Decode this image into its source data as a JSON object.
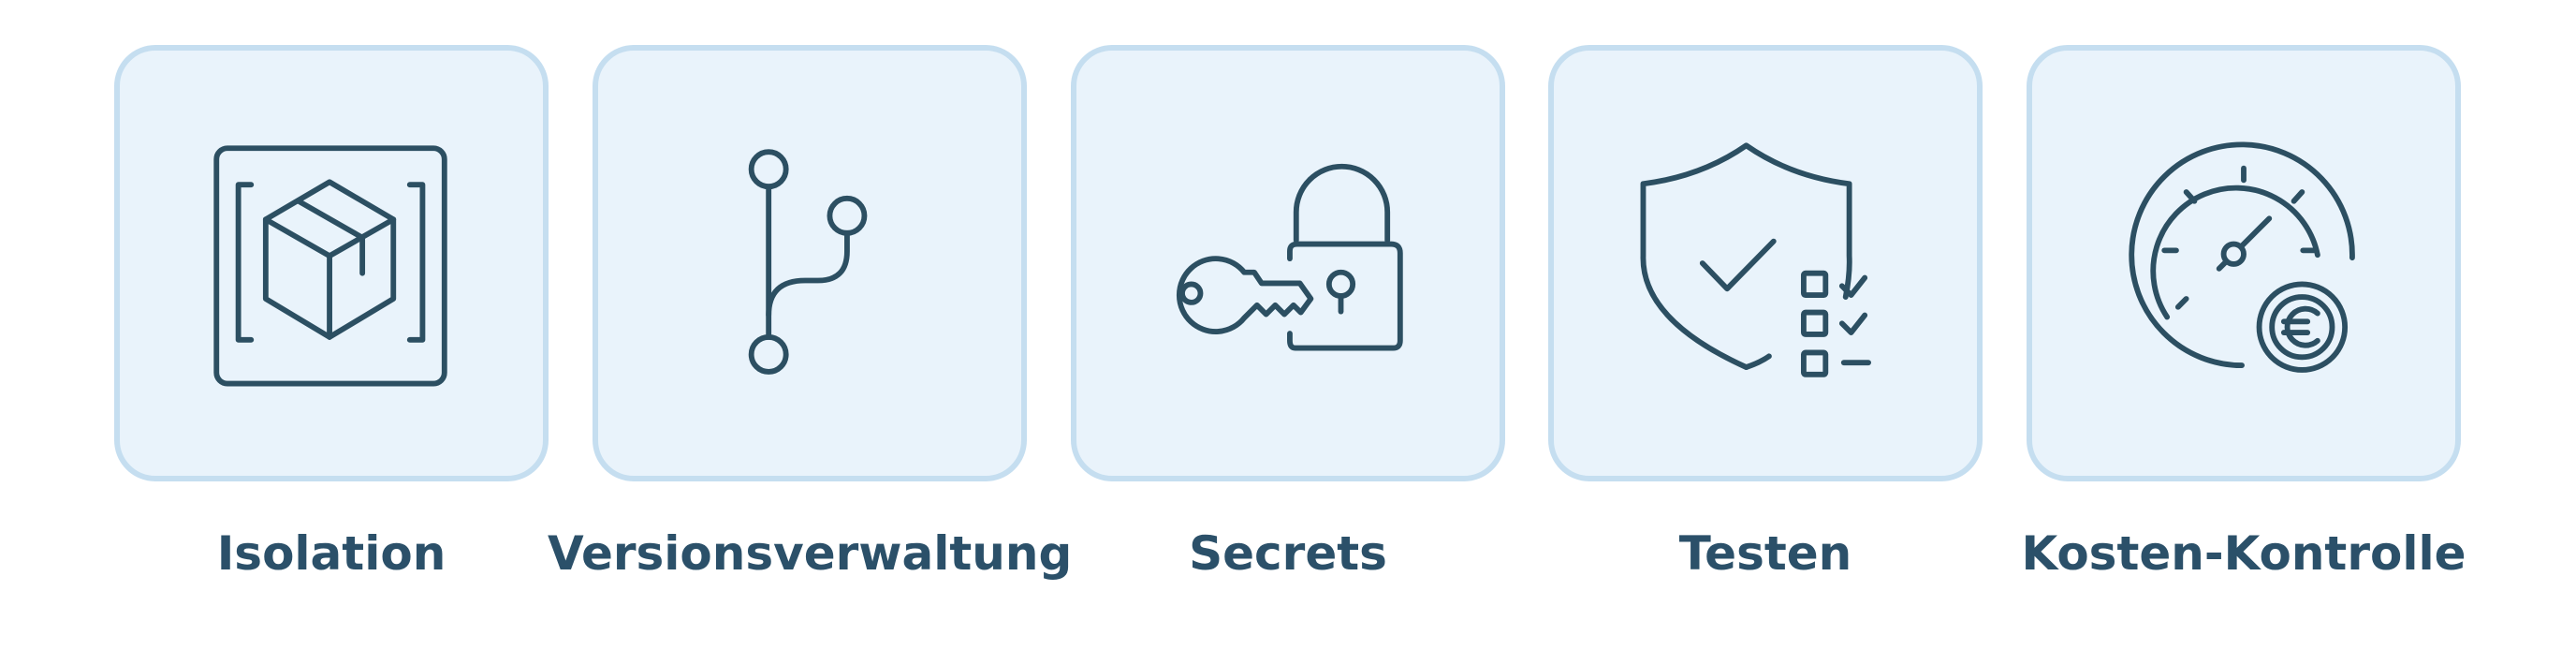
{
  "colors": {
    "tile_fill": "#e9f3fb",
    "tile_border": "#c5def0",
    "icon_stroke": "#2c4f62",
    "label_text": "#2b5069"
  },
  "features": [
    {
      "label": "Isolation",
      "icon": "container-box-icon"
    },
    {
      "label": "Versionsverwaltung",
      "icon": "git-branch-icon"
    },
    {
      "label": "Secrets",
      "icon": "key-and-lock-icon"
    },
    {
      "label": "Testen",
      "icon": "shield-checklist-icon"
    },
    {
      "label": "Kosten-Kontrolle",
      "icon": "gauge-euro-icon"
    }
  ]
}
